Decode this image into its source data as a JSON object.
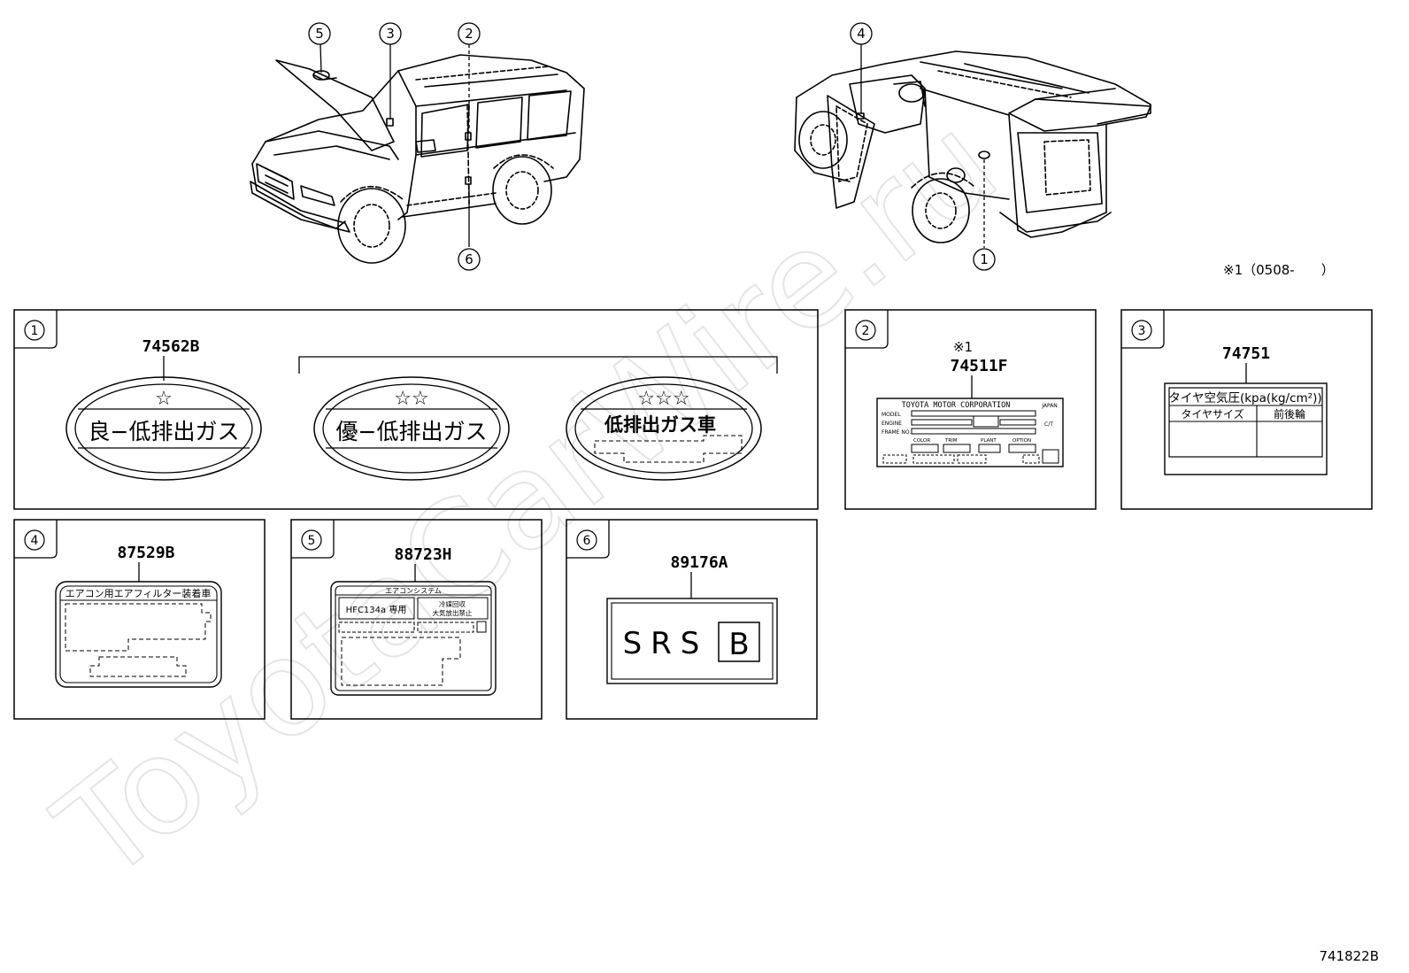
{
  "watermark": "ToyotaCarWire.ru",
  "footnote": "※1（0508-　　）",
  "drawing_code": "741822B",
  "callouts": {
    "front": [
      "5",
      "3",
      "2",
      "6"
    ],
    "rear": [
      "4",
      "1"
    ]
  },
  "panels": [
    {
      "index": "1",
      "labels": [
        {
          "part": "74562B",
          "stars": "☆",
          "text": "良−低排出ガス"
        },
        {
          "part": "",
          "stars": "☆☆",
          "text": "優−低排出ガス"
        },
        {
          "part": "",
          "stars": "☆☆☆",
          "text": "低排出ガス車"
        }
      ]
    },
    {
      "index": "2",
      "note": "※1",
      "part": "74511F",
      "plate": {
        "maker": "TOYOTA MOTOR CORPORATION",
        "country": "JAPAN",
        "rows": [
          "MODEL",
          "ENGINE",
          "FRAME NO."
        ],
        "side_mark": "C/T",
        "fields": [
          "COLOR",
          "TRIM",
          "PLANT",
          "OPTION"
        ]
      }
    },
    {
      "index": "3",
      "part": "74751",
      "table": {
        "title": "タイヤ空気圧(kpa(kg/cm²))",
        "col1": "タイヤサイズ",
        "col2": "前後輪"
      }
    },
    {
      "index": "4",
      "part": "87529B",
      "title": "エアコン用エアフィルター装着車"
    },
    {
      "index": "5",
      "part": "88723H",
      "title": "エアコンシステム",
      "refrigerant": "HFC134a 専用",
      "notice_line1": "冷媒回収",
      "notice_line2": "大気放出禁止"
    },
    {
      "index": "6",
      "part": "89176A",
      "text": "SRS",
      "boxed": "B"
    }
  ]
}
